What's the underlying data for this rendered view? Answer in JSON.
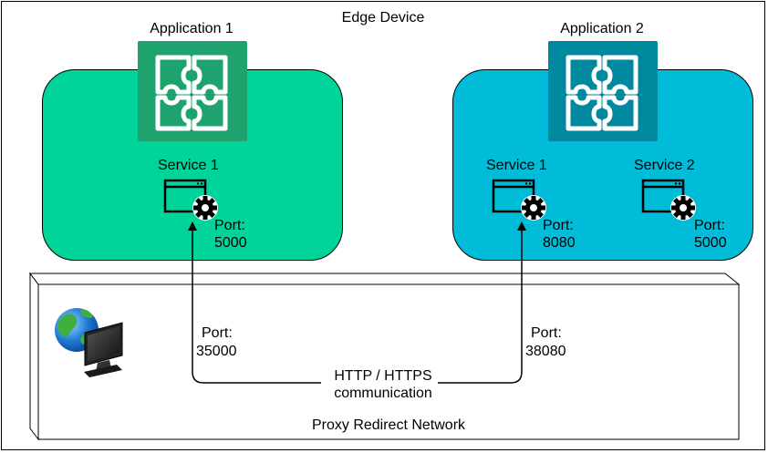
{
  "title": "Edge Device",
  "colors": {
    "app1_fill": "#00D49B",
    "app2_fill": "#00BCD9",
    "app1_icon": "#1EA36E",
    "app2_icon": "#00889E",
    "network_fill": "#FFFFFF"
  },
  "applications": [
    {
      "label": "Application 1",
      "icon": "puzzle-icon",
      "services": [
        {
          "label": "Service 1",
          "port_label": "Port:",
          "port": "5000",
          "icon": "service-gear-icon"
        }
      ]
    },
    {
      "label": "Application 2",
      "icon": "puzzle-icon",
      "services": [
        {
          "label": "Service 1",
          "port_label": "Port:",
          "port": "8080",
          "icon": "service-gear-icon"
        },
        {
          "label": "Service 2",
          "port_label": "Port:",
          "port": "5000",
          "icon": "service-gear-icon"
        }
      ]
    }
  ],
  "network": {
    "label": "Proxy Redirect Network",
    "icon": "globe-monitor-icon",
    "proxy_ports": [
      {
        "port_label": "Port:",
        "port": "35000"
      },
      {
        "port_label": "Port:",
        "port": "38080"
      }
    ],
    "connection_label_line1": "HTTP / HTTPS",
    "connection_label_line2": "communication"
  }
}
